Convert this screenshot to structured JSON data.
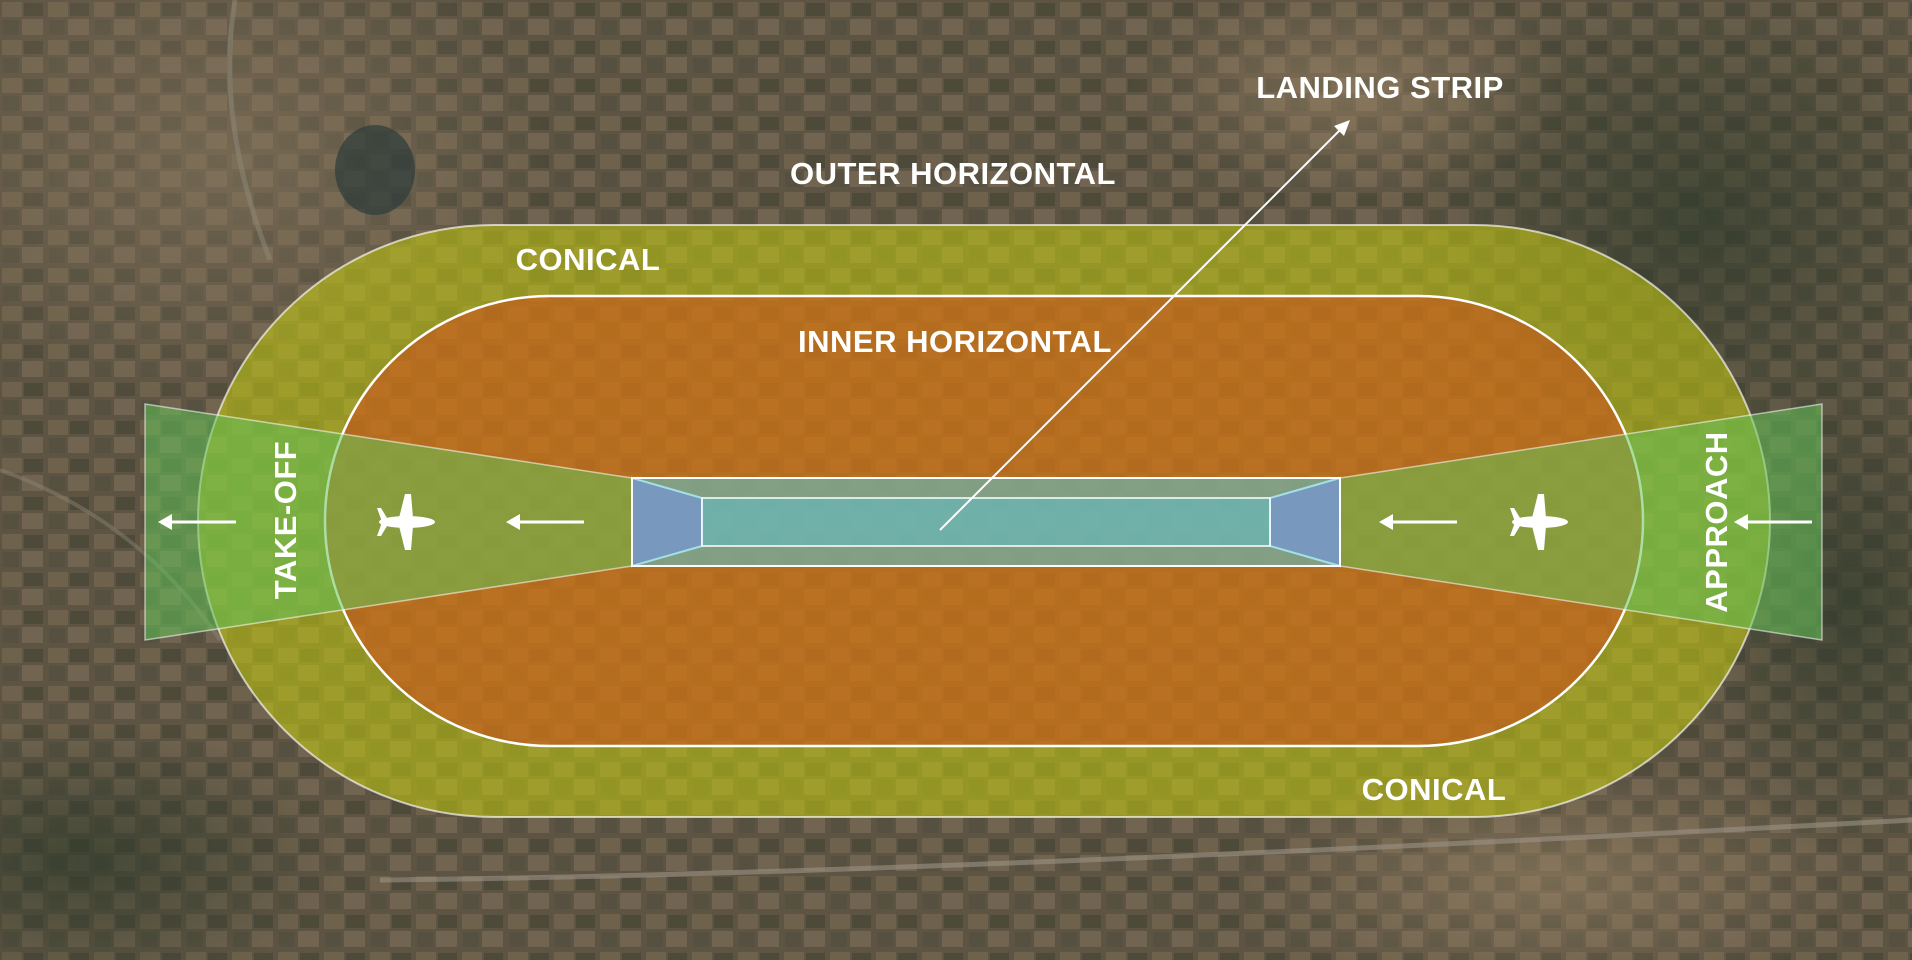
{
  "labels": {
    "outer_horizontal": "OUTER HORIZONTAL",
    "conical_top": "CONICAL",
    "inner_horizontal": "INNER HORIZONTAL",
    "landing_strip": "LANDING STRIP",
    "take_off": "TAKE-OFF",
    "approach": "APPROACH",
    "conical_bottom": "CONICAL"
  },
  "colors": {
    "conical": "#c4cc0e",
    "inner_horizontal": "#d04c1c",
    "runway": "#58c6d6",
    "transition": "#9a5fbf",
    "takeoff_approach": "#64c257",
    "outline": "#ffffff"
  },
  "icons": {
    "plane": "airplane-icon",
    "arrow": "arrow-left-icon"
  }
}
